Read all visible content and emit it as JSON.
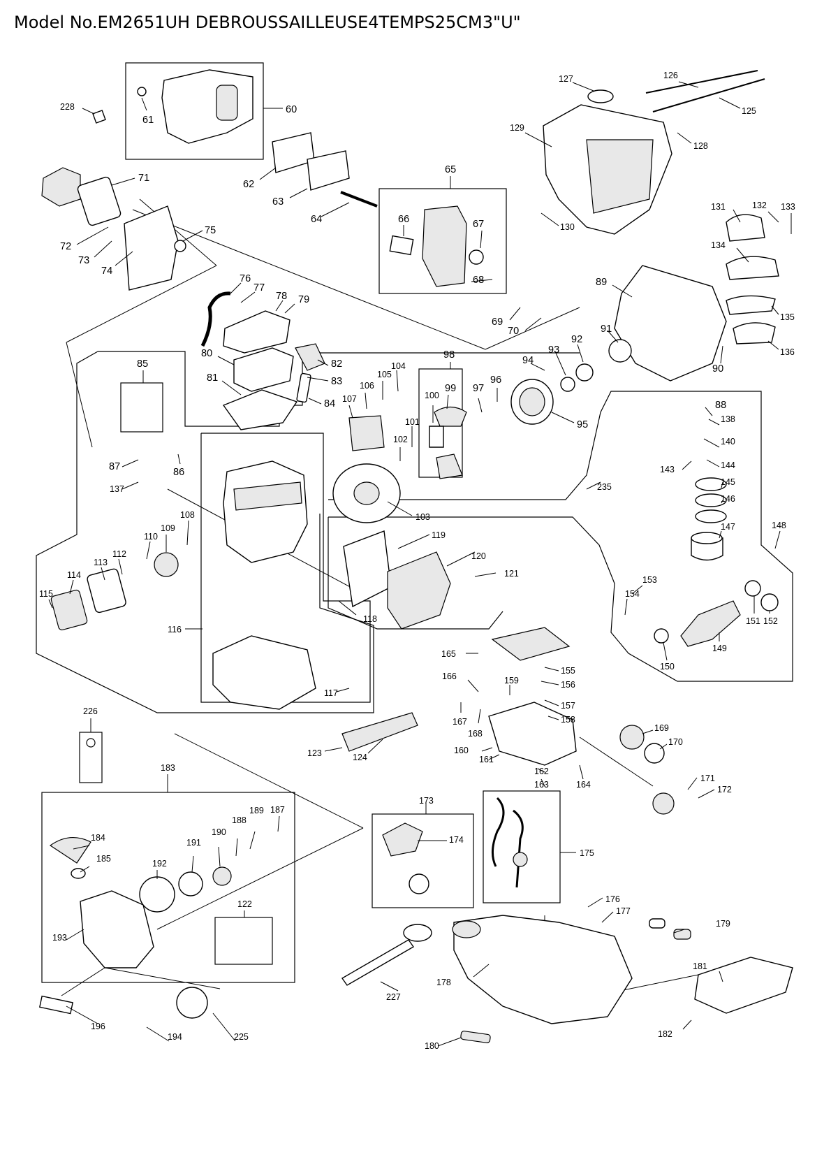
{
  "title": "Model No.EM2651UH DEBROUSSAILLEUSE4TEMPS25CM3\"U\"",
  "callouts": {
    "p228": "228",
    "p61": "61",
    "p60": "60",
    "p71": "71",
    "p62": "62",
    "p63": "63",
    "p64": "64",
    "p72": "72",
    "p73": "73",
    "p74": "74",
    "p75": "75",
    "p65": "65",
    "p66": "66",
    "p67": "67",
    "p68": "68",
    "p69": "69",
    "p70": "70",
    "p127": "127",
    "p126": "126",
    "p125": "125",
    "p129": "129",
    "p128": "128",
    "p130": "130",
    "p131": "131",
    "p132": "132",
    "p133": "133",
    "p134": "134",
    "p135": "135",
    "p136": "136",
    "p89": "89",
    "p90": "90",
    "p91": "91",
    "p92": "92",
    "p93": "93",
    "p94": "94",
    "p95": "95",
    "p96": "96",
    "p97": "97",
    "p98": "98",
    "p99": "99",
    "p100": "100",
    "p101": "101",
    "p102": "102",
    "p103": "103",
    "p104": "104",
    "p105": "105",
    "p106": "106",
    "p107": "107",
    "p76": "76",
    "p77": "77",
    "p78": "78",
    "p79": "79",
    "p80": "80",
    "p81": "81",
    "p82": "82",
    "p83": "83",
    "p84": "84",
    "p85": "85",
    "p86": "86",
    "p87": "87",
    "p137": "137",
    "p88": "88",
    "p138": "138",
    "p140": "140",
    "p143": "143",
    "p144": "144",
    "p145": "145",
    "p146": "146",
    "p147": "147",
    "p148": "148",
    "p235": "235",
    "p108": "108",
    "p109": "109",
    "p110": "110",
    "p112": "112",
    "p113": "113",
    "p114": "114",
    "p115": "115",
    "p116": "116",
    "p117": "117",
    "p118": "118",
    "p119": "119",
    "p120": "120",
    "p121": "121",
    "p153": "153",
    "p154": "154",
    "p151": "151",
    "p152": "152",
    "p149": "149",
    "p150": "150",
    "p155": "155",
    "p156": "156",
    "p157": "157",
    "p158": "158",
    "p159": "159",
    "p160": "160",
    "p161": "161",
    "p162": "162",
    "p163": "163",
    "p164": "164",
    "p165": "165",
    "p166": "166",
    "p167": "167",
    "p168": "168",
    "p169": "169",
    "p170": "170",
    "p171": "171",
    "p172": "172",
    "p123": "123",
    "p124": "124",
    "p226": "226",
    "p183": "183",
    "p184": "184",
    "p185": "185",
    "p187": "187",
    "p188": "188",
    "p189": "189",
    "p190": "190",
    "p191": "191",
    "p192": "192",
    "p193": "193",
    "p122": "122",
    "p196": "196",
    "p194": "194",
    "p225": "225",
    "p173": "173",
    "p174": "174",
    "p175": "175",
    "p176": "176",
    "p177": "177",
    "p178": "178",
    "p179": "179",
    "p180": "180",
    "p181": "181",
    "p182": "182",
    "p227": "227"
  }
}
